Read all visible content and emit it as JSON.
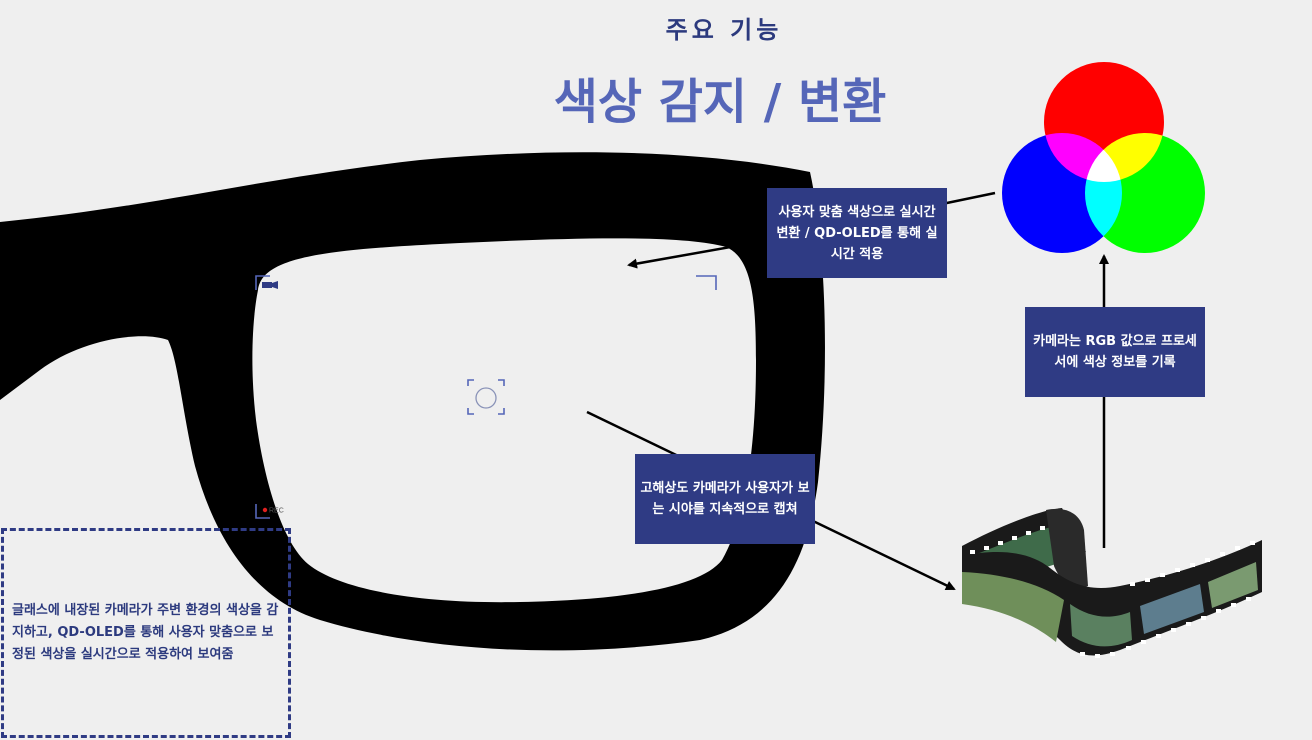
{
  "header": {
    "subtitle": "주요 기능",
    "title": "색상 감지 / 변환"
  },
  "callouts": {
    "realtime_conversion": "사용자 맞춤 색상으로 실시간 변환 / QD-OLED를 통해 실시간 적용",
    "rgb_record": "카메라는 RGB 값으로 프로세서에 색상 정보를 기록",
    "camera_capture": "고해상도 카메라가 사용자가 보는 시야를 지속적으로 캡쳐"
  },
  "description": "글래스에 내장된 카메라가 주변 환경의 색상을 감지하고, QD-OLED를 통해 사용자 맞춤으로 보정된 색상을 실시간으로 적용하여 보여줌",
  "viewfinder": {
    "rec_label": "REC"
  },
  "colors": {
    "accent_dark": "#2f3b84",
    "title_blue": "#5566b8",
    "red": "#ff0000",
    "green": "#00ff00",
    "blue": "#0000ff"
  }
}
